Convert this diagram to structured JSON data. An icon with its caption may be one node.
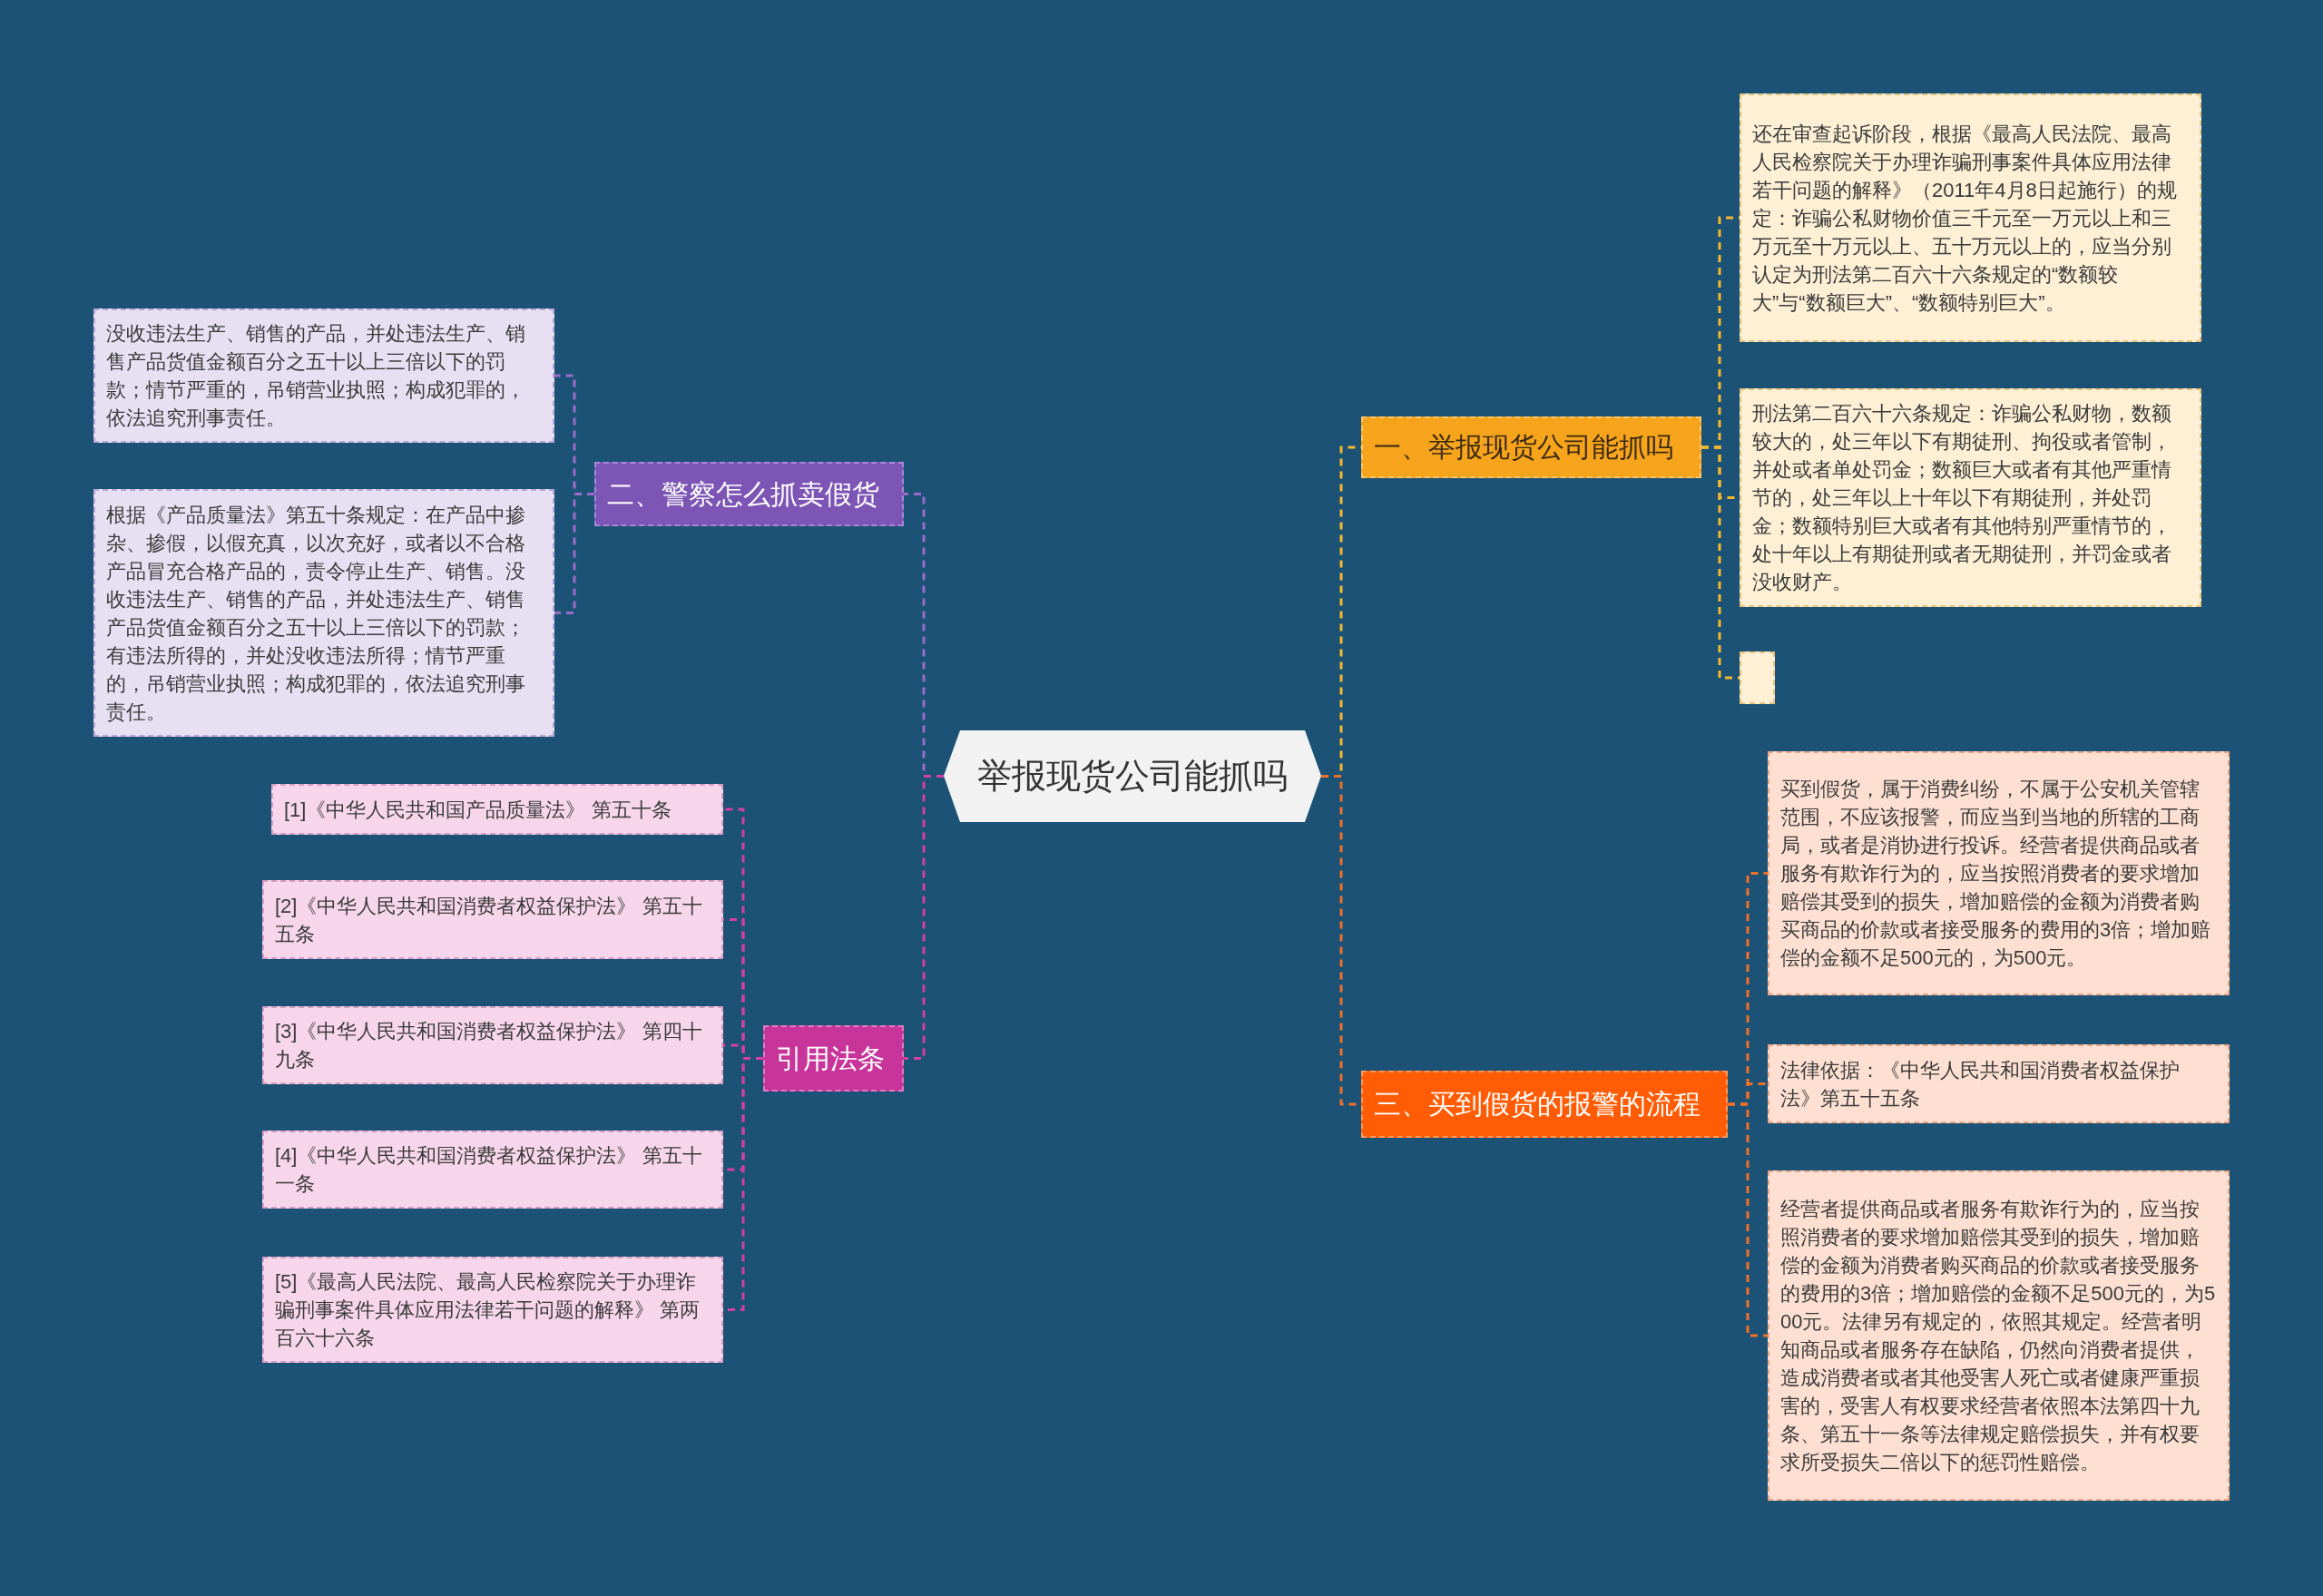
{
  "diagram": {
    "nodes": [
      {
        "text": [
          "举报现货公司能抓吗"
        ]
      },
      {
        "text": [
          "一、举报现货公司能抓吗"
        ]
      },
      {
        "text": [
          "还在审查起诉阶段，根据《最高人民法院、最高人民检察院关于办理诈骗刑事案件具体应用法律若干问题的解释》（2011年4月8日起施行）的规定：诈骗公私财物价值三千元至一万元以上和三万元至十万元以上、五十万元以上的，应当分别认定为刑法第二百六十六条规定的“数额较大”与“数额巨大”、“数额特别巨大”。"
        ]
      },
      {
        "text": [
          "刑法第二百六十六条规定：诈骗公私财物，数额较大的，处三年以下有期徒刑、拘役或者管制，并处或者单处罚金；数额巨大或者有其他严重情节的，处三年以上十年以下有期徒刑，并处罚金；数额特别巨大或者有其他特别严重情节的，处十年以上有期徒刑或者无期徒刑，并罚金或者没收财产。"
        ]
      },
      {
        "text": [],
        "shape": "box"
      },
      {
        "text": [
          "三、买到假货的报警的流程"
        ]
      },
      {
        "text": [
          "买到假货，属于消费纠纷，不属于公安机关管辖范围，不应该报警，而应当到当地的所辖的工商局，或者是消协进行投诉。经营者提供商品或者服务有欺诈行为的，应当按照消费者的要求增加赔偿其受到的损失，增加赔偿的金额为消费者购买商品的价款或者接受服务的费用的3倍；增加赔偿的金额不足500元的，为500元。"
        ]
      },
      {
        "text": [
          "法律依据：《中华人民共和国消费者权益保护法》第五十五条"
        ]
      },
      {
        "text": [
          "经营者提供商品或者服务有欺诈行为的，应当按照消费者的要求增加赔偿其受到的损失，增加赔偿的金额为消费者购买商品的价款或者接受服务的费用的3倍；增加赔偿的金额不足500元的，为500元。法律另有规定的，依照其规定。经营者明知商品或者服务存在缺陷，仍然向消费者提供，造成消费者或者其他受害人死亡或者健康严重损害的，受害人有权要求经营者依照本法第四十九条、第五十一条等法律规定赔偿损失，并有权要求所受损失二倍以下的惩罚性赔偿。"
        ]
      },
      {
        "text": [
          "二、警察怎么抓卖假货"
        ]
      },
      {
        "text": [
          "没收违法生产、销售的产品，并处违法生产、销售产品货值金额百分之五十以上三倍以下的罚款；情节严重的，吊销营业执照；构成犯罪的，依法追究刑事责任。"
        ]
      },
      {
        "text": [
          "根据《产品质量法》第五十条规定：在产品中掺杂、掺假，以假充真，以次充好，或者以不合格产品冒充合格产品的，责令停止生产、销售。没收违法生产、销售的产品，并处违法生产、销售产品货值金额百分之五十以上三倍以下的罚款；有违法所得的，并处没收违法所得；情节严重的，吊销营业执照；构成犯罪的，依法追究刑事责任。"
        ]
      },
      {
        "text": [
          "引用法条"
        ]
      },
      {
        "text": [
          "[1]《中华人民共和国产品质量法》 第五十条"
        ]
      },
      {
        "text": [
          "[2]《中华人民共和国消费者权益保护法》 第五十五条"
        ]
      },
      {
        "text": [
          "[3]《中华人民共和国消费者权益保护法》 第四十九条"
        ]
      },
      {
        "text": [
          "[4]《中华人民共和国消费者权益保护法》 第五十一条"
        ]
      },
      {
        "text": [
          "[5]《最高人民法院、最高人民检察院关于办理诈骗刑事案件具体应用法律若干问题的解释》 第两百六十六条"
        ]
      }
    ],
    "edges": [
      {
        "from": 0,
        "to": 1,
        "arrow": "none",
        "color": "#f5b82e"
      },
      {
        "from": 1,
        "to": 2,
        "arrow": "none",
        "color": "#f5b82e"
      },
      {
        "from": 1,
        "to": 3,
        "arrow": "none",
        "color": "#f5b82e"
      },
      {
        "from": 1,
        "to": 4,
        "arrow": "none",
        "color": "#f5b82e"
      },
      {
        "from": 0,
        "to": 5,
        "arrow": "none",
        "color": "#f0702a"
      },
      {
        "from": 5,
        "to": 6,
        "arrow": "none",
        "color": "#f0702a"
      },
      {
        "from": 5,
        "to": 7,
        "arrow": "none",
        "color": "#f0702a"
      },
      {
        "from": 5,
        "to": 8,
        "arrow": "none",
        "color": "#f0702a"
      },
      {
        "from": 0,
        "to": 9,
        "arrow": "none",
        "color": "#9a6cc8"
      },
      {
        "from": 9,
        "to": 10,
        "arrow": "none",
        "color": "#9a6cc8"
      },
      {
        "from": 9,
        "to": 11,
        "arrow": "none",
        "color": "#9a6cc8"
      },
      {
        "from": 0,
        "to": 12,
        "arrow": "none",
        "color": "#d43fa5"
      },
      {
        "from": 12,
        "to": 13,
        "arrow": "none",
        "color": "#d43fa5"
      },
      {
        "from": 12,
        "to": 14,
        "arrow": "none",
        "color": "#d43fa5"
      },
      {
        "from": 12,
        "to": 15,
        "arrow": "none",
        "color": "#d43fa5"
      },
      {
        "from": 12,
        "to": 16,
        "arrow": "none",
        "color": "#d43fa5"
      },
      {
        "from": 12,
        "to": 17,
        "arrow": "none",
        "color": "#d43fa5"
      }
    ]
  }
}
